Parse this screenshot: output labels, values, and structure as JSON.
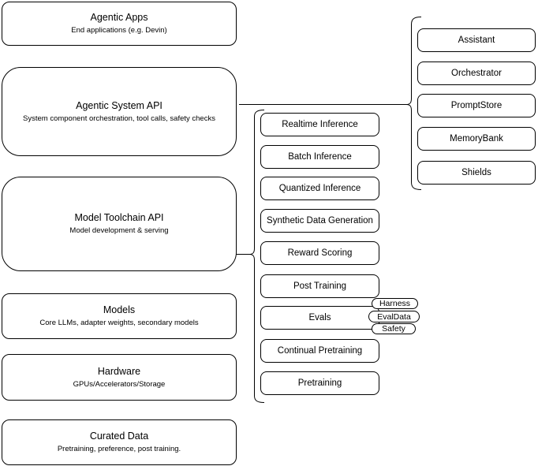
{
  "diagram": {
    "colors": {
      "background": "#ffffff",
      "stroke": "#000000",
      "node_fill": "#ffffff",
      "text": "#000000"
    },
    "left_stack": [
      {
        "title": "Agentic Apps",
        "subtitle": "End applications (e.g. Devin)"
      },
      {
        "title": "Agentic System API",
        "subtitle": "System component orchestration, tool calls, safety checks"
      },
      {
        "title": "Model Toolchain API",
        "subtitle": "Model development & serving"
      },
      {
        "title": "Models",
        "subtitle": "Core LLMs, adapter weights, secondary models"
      },
      {
        "title": "Hardware",
        "subtitle": "GPUs/Accelerators/Storage"
      },
      {
        "title": "Curated Data",
        "subtitle": "Pretraining, preference, post training."
      }
    ],
    "toolchain_items": [
      "Realtime Inference",
      "Batch Inference",
      "Quantized Inference",
      "Synthetic Data Generation",
      "Reward Scoring",
      "Post Training",
      "Evals",
      "Continual Pretraining",
      "Pretraining"
    ],
    "evals_tags": [
      "Harness",
      "EvalData",
      "Safety"
    ],
    "system_components": [
      "Assistant",
      "Orchestrator",
      "PromptStore",
      "MemoryBank",
      "Shields"
    ]
  }
}
